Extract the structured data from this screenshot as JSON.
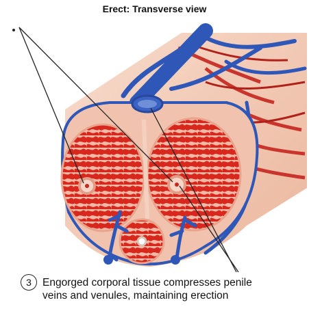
{
  "title": "Erect: Transverse view",
  "caption": {
    "step": "3",
    "line1": "Engorged corporal tissue compresses penile",
    "line2": "veins and venules, maintaining erection"
  },
  "colors": {
    "tissue": "#d7281f",
    "skin": "#f3c9b2",
    "vein": "#2f57b8",
    "artery": "#b8201b"
  }
}
